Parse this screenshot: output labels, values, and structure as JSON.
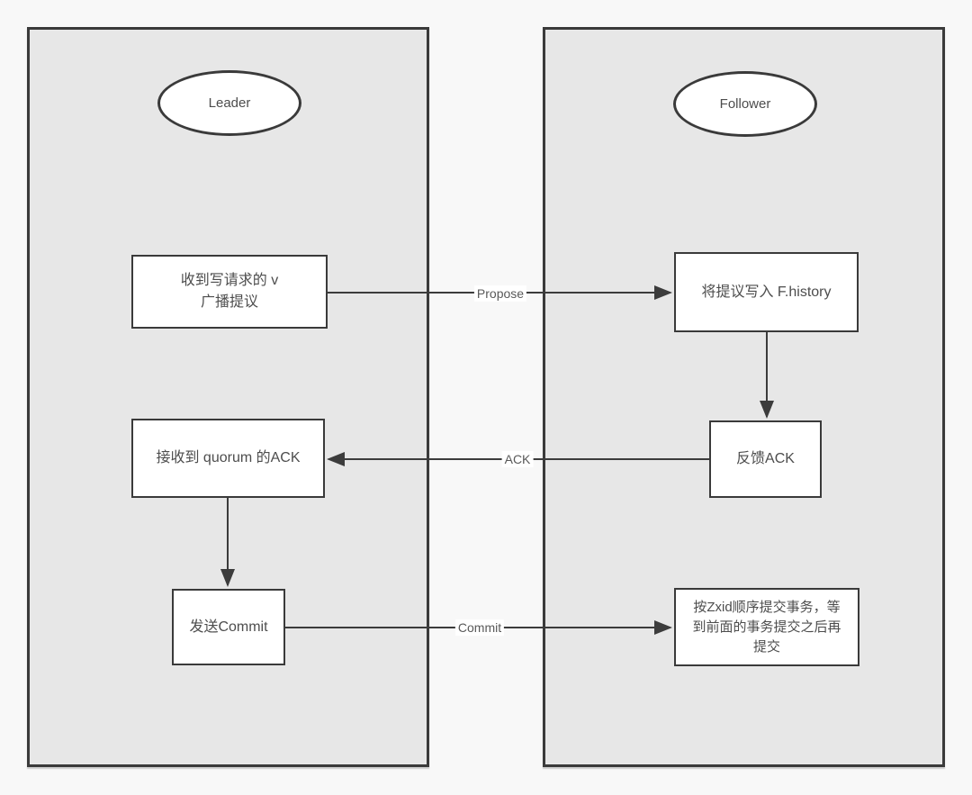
{
  "lanes": {
    "leader": {
      "title": "Leader"
    },
    "follower": {
      "title": "Follower"
    }
  },
  "nodes": {
    "leader_receive": {
      "lines": [
        "收到写请求的 v",
        "广播提议"
      ],
      "text": "收到写请求的 v 广播提议"
    },
    "follower_write": {
      "text": "将提议写入 F.history"
    },
    "leader_quorum": {
      "text": "接收到 quorum 的ACK"
    },
    "follower_ack": {
      "text": "反馈ACK"
    },
    "leader_commit": {
      "text": "发送Commit"
    },
    "follower_zxid": {
      "lines": [
        "按Zxid顺序提交事务，等",
        "到前面的事务提交之后再",
        "提交"
      ],
      "text": "按Zxid顺序提交事务，等到前面的事务提交之后再提交"
    }
  },
  "edges": {
    "propose": {
      "label": "Propose"
    },
    "ack": {
      "label": "ACK"
    },
    "commit": {
      "label": "Commit"
    }
  },
  "colors": {
    "page_background": "#f8f8f8",
    "lane_fill": "#e7e7e7",
    "node_fill": "#ffffff",
    "stroke": "#3a3a3a",
    "text": "#4d4d4d"
  }
}
